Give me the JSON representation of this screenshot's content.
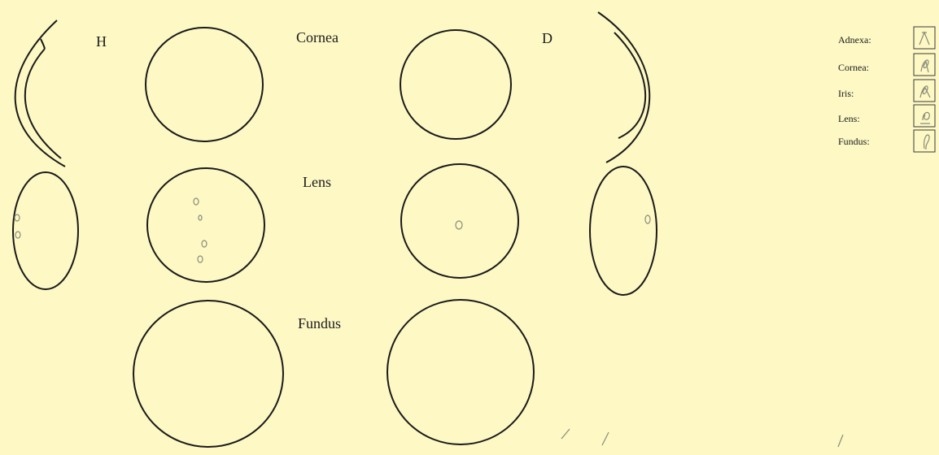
{
  "form": {
    "eye_left_label": "H",
    "eye_right_label": "D",
    "cornea_label": "Cornea",
    "lens_label": "Lens",
    "fundus_label": "Fundus"
  },
  "checklist": {
    "items": [
      {
        "label": "Adnexa:"
      },
      {
        "label": "Cornea:"
      },
      {
        "label": "Iris:"
      },
      {
        "label": "Lens:"
      },
      {
        "label": "Fundus:"
      }
    ]
  },
  "colors": {
    "paper": "#fdf8c4",
    "ink": "#1a1a1a",
    "pencil": "#8a8a7a"
  }
}
